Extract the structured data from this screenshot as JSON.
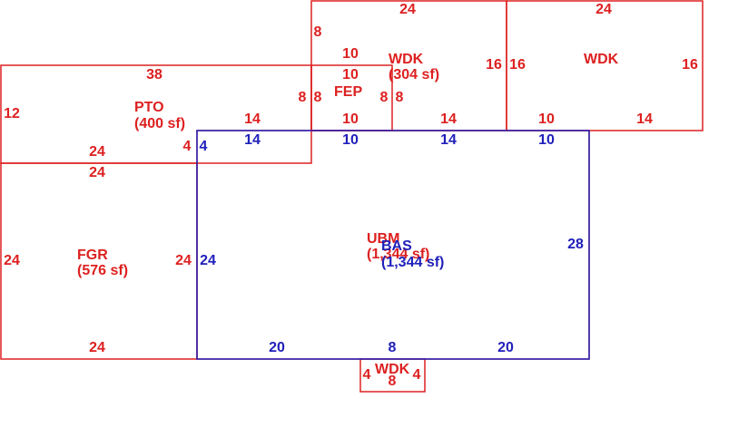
{
  "colors": {
    "red": "#dd2020",
    "blue": "#2020bb"
  },
  "areas": {
    "bas": {
      "name": "BAS",
      "area": "(1,344 sf)",
      "color": "blue"
    },
    "ubm": {
      "name": "UBM",
      "area": "(1,344 sf)",
      "color": "red"
    },
    "fgr": {
      "name": "FGR",
      "area": "(576 sf)",
      "color": "red"
    },
    "pto": {
      "name": "PTO",
      "area": "(400 sf)",
      "color": "red"
    },
    "wdk1": {
      "name": "WDK",
      "area": "(304 sf)",
      "color": "red"
    },
    "wdk2": {
      "name": "WDK",
      "area": "",
      "color": "red"
    },
    "fep": {
      "name": "FEP",
      "area": "",
      "color": "red"
    },
    "wdk3": {
      "name": "WDK",
      "area": "",
      "color": "red"
    }
  },
  "dimensions": {
    "wdk1_top": "24",
    "wdk1_left": "8",
    "wdk1_right": "16",
    "wdk2_top": "24",
    "wdk2_left": "16",
    "wdk2_right": "16",
    "wdk2_bottom_a": "10",
    "wdk2_bottom_b": "14",
    "fep_top_a": "10",
    "fep_top_b": "10",
    "fep_left_out": "8",
    "fep_left_in": "8",
    "fep_right_in": "8",
    "fep_right_out": "8",
    "fep_bottom": "10",
    "pto_top": "38",
    "pto_left": "12",
    "pto_bottom": "24",
    "pto_right": "4",
    "pto_bottom_seg": "14",
    "wdk1_bottom_seg": "14",
    "bas_top_a": "14",
    "bas_top_b": "10",
    "bas_top_c": "14",
    "bas_top_d": "10",
    "bas_left_small": "4",
    "bas_left": "24",
    "bas_right": "28",
    "bas_bottom_a": "20",
    "bas_bottom_b": "8",
    "bas_bottom_c": "20",
    "fgr_top": "24",
    "fgr_left": "24",
    "fgr_right": "24",
    "fgr_bottom": "24",
    "wdk3_left": "4",
    "wdk3_right": "4",
    "wdk3_bottom": "8"
  }
}
